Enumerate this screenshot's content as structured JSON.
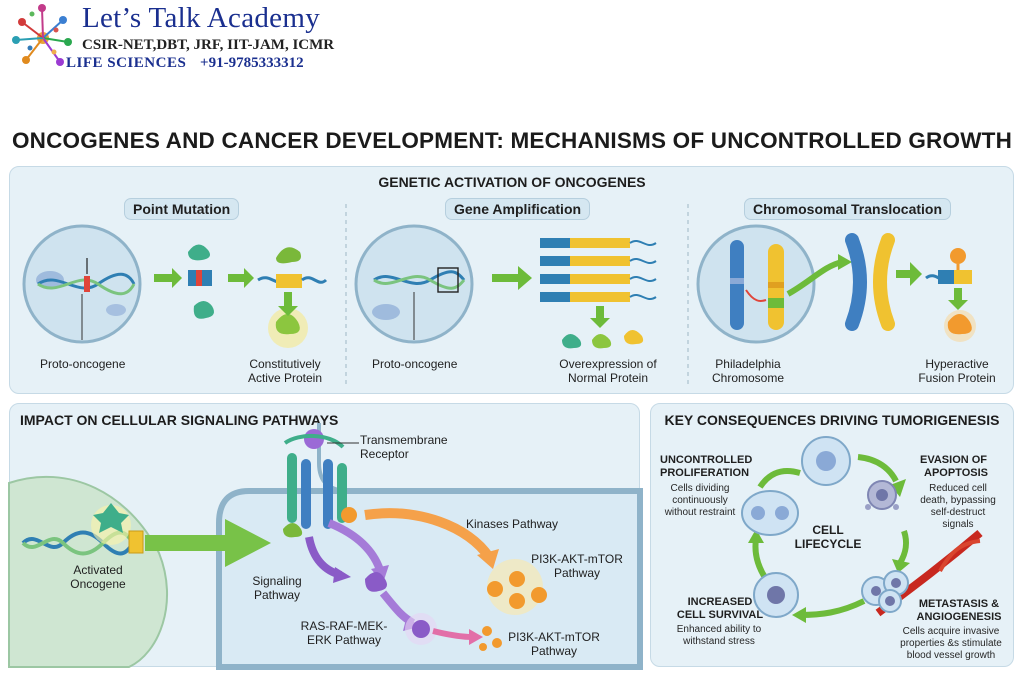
{
  "header": {
    "brand_name": "Let’s Talk Academy",
    "exams": "CSIR-NET,DBT, JRF, IIT-JAM, ICMR",
    "subject": "LIFE SCIENCES",
    "phone": "+91-9785333312"
  },
  "title": "ONCOGENES AND CANCER DEVELOPMENT: MECHANISMS OF UNCONTROLLED GROWTH",
  "activation": {
    "heading": "GENETIC ACTIVATION OF ONCOGENES",
    "point_mutation": {
      "title": "Point Mutation",
      "label_left": "Proto-oncogene",
      "label_right_1": "Constitutively",
      "label_right_2": "Active Protein"
    },
    "gene_amplification": {
      "title": "Gene Amplification",
      "label_left": "Proto-oncogene",
      "label_right_1": "Overexpression of",
      "label_right_2": "Normal Protein"
    },
    "translocation": {
      "title": "Chromosomal Translocation",
      "label_left_1": "Philadelphia",
      "label_left_2": "Chromosome",
      "label_right_1": "Hyperactive",
      "label_right_2": "Fusion Protein"
    }
  },
  "signaling": {
    "heading": "IMPACT ON CELLULAR SIGNALING PATHWAYS",
    "activated_1": "Activated",
    "activated_2": "Oncogene",
    "receptor_1": "Transmembrane",
    "receptor_2": "Receptor",
    "signaling_1": "Signaling",
    "signaling_2": "Pathway",
    "kinases": "Kinases Pathway",
    "pi3k_top_1": "PI3K-AKT-mTOR",
    "pi3k_top_2": "Pathway",
    "ras_1": "RAS-RAF-MEK-",
    "ras_2": "ERK Pathway",
    "pi3k_bottom_1": "PI3K-AKT-mTOR",
    "pi3k_bottom_2": "Pathway"
  },
  "consequences": {
    "heading": "KEY CONSEQUENCES DRIVING TUMORIGENESIS",
    "center_1": "CELL",
    "center_2": "LIFECYCLE",
    "proliferation": {
      "title_1": "UNCONTROLLED",
      "title_2": "PROLIFERATION",
      "desc_1": "Cells dividing",
      "desc_2": "continuously",
      "desc_3": "without restraint"
    },
    "apoptosis": {
      "title_1": "EVASION OF",
      "title_2": "APOPTOSIS",
      "desc_1": "Reduced cell",
      "desc_2": "death, bypassing",
      "desc_3": "self-destruct",
      "desc_4": "signals"
    },
    "survival": {
      "title_1": "INCREASED",
      "title_2": "CELL SURVIVAL",
      "desc_1": "Enhanced ability to",
      "desc_2": "withstand stress"
    },
    "metastasis": {
      "title_1": "METASTASIS &",
      "title_2": "ANGIOGENESIS",
      "desc_1": "Cells acquire invasive",
      "desc_2": "properties &s stimulate",
      "desc_3": "blood vessel growth"
    }
  },
  "colors": {
    "panel_bg": "#e6f1f7",
    "arrow_green": "#6dbb3a",
    "protein_green": "#3fae8a",
    "yellow": "#f0c230",
    "blue_dna": "#2f7fb3",
    "orange": "#f29a2e",
    "purple": "#8a5bc7",
    "brand_blue": "#1a2f8f"
  }
}
